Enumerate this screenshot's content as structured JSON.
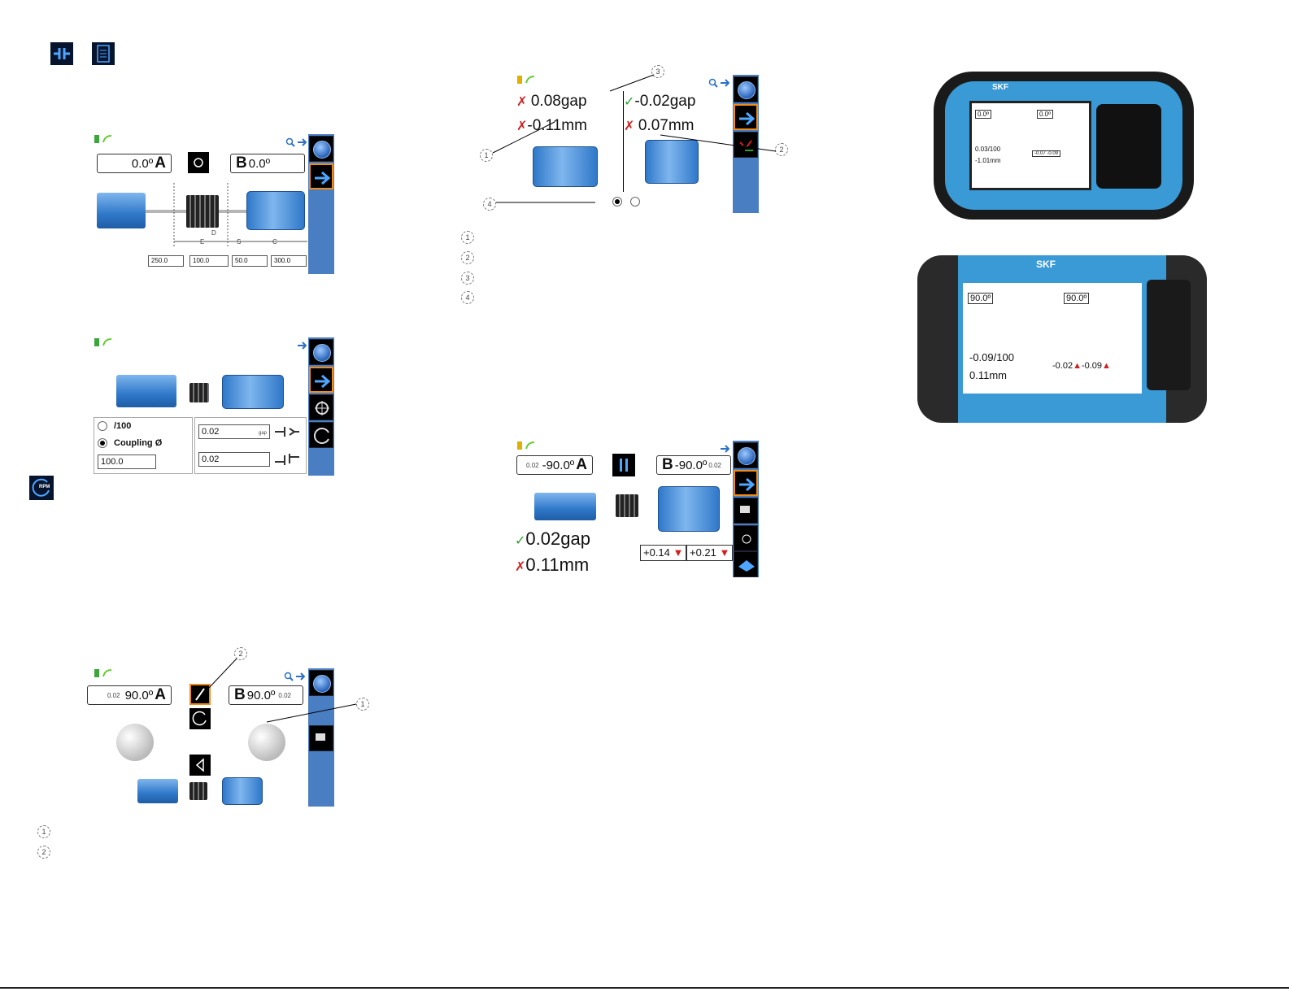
{
  "top_icons": {
    "coupling_icon": "coupling-icon",
    "report_icon": "report-icon"
  },
  "screen1": {
    "angle_a": "0.0º",
    "angle_b": "0.0º",
    "label_a": "A",
    "label_b": "B",
    "dim_labels": [
      "E",
      "D",
      "S",
      "C"
    ],
    "dims": [
      "250.0",
      "100.0",
      "50.0",
      "300.0"
    ]
  },
  "screen2": {
    "option_1": "/100",
    "option_2": "Coupling Ø",
    "coupling_value": "100.0",
    "tol_1": "0.02",
    "tol_1_unit": "gap",
    "tol_2": "0.02"
  },
  "rpm_icon_label": "RPM",
  "screen3": {
    "angle_a": "90.0º",
    "angle_b": "90.0º",
    "label_a": "A",
    "label_b": "B",
    "small_a": "0.02",
    "small_b": "0.02"
  },
  "legend_left": [
    "1",
    "2"
  ],
  "screen4": {
    "m1": "0.08gap",
    "m2": "-0.11mm",
    "m3": "-0.02gap",
    "m4": "0.07mm"
  },
  "legend_mid": [
    "1",
    "2",
    "3",
    "4"
  ],
  "screen5": {
    "angle_a": "-90.0º",
    "angle_b": "-90.0º",
    "label_a": "A",
    "label_b": "B",
    "small_a": "0.02",
    "small_b": "0.02",
    "m1": "0.02gap",
    "m2": "0.11mm",
    "v1": "+0.14",
    "v2": "+0.21"
  },
  "device1": {
    "brand": "SKF",
    "a": "0.0º",
    "b": "0.0º",
    "r1": "0.03/100",
    "r2": "-1.01mm",
    "v": "-0.07 -0.09"
  },
  "device2": {
    "brand": "SKF",
    "a": "90.0º",
    "b": "90.0º",
    "r1": "-0.09/100",
    "r2": "0.11mm",
    "v1": "-0.02",
    "v2": "-0.09"
  },
  "colors": {
    "accent": "#4a7ec2",
    "highlight": "#f08c1a",
    "bad": "#d02020",
    "good": "#2aa12a"
  }
}
